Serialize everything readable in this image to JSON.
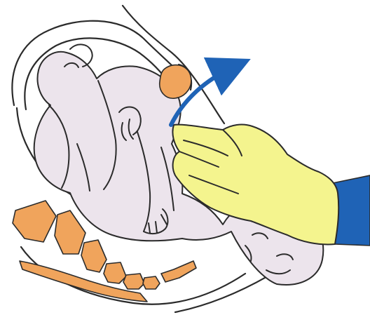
{
  "figure": {
    "colors": {
      "background": "#ffffff",
      "outline": "#2b2b2b",
      "baby_skin": "#ece4ec",
      "bone": "#f0a45c",
      "glove": "#f4f48e",
      "sleeve": "#1f63b6",
      "arrow": "#1f63b6"
    },
    "parts": [
      {
        "name": "uterus-outline",
        "icon": "uterus-wall"
      },
      {
        "name": "fetus",
        "icon": "baby-body"
      },
      {
        "name": "pubic-bone",
        "icon": "bone"
      },
      {
        "name": "sacrum-vertebrae",
        "icon": "bone-segments"
      },
      {
        "name": "gloved-hand",
        "icon": "hand-glove"
      },
      {
        "name": "sleeve",
        "icon": "sleeve"
      },
      {
        "name": "rotation-arrow",
        "icon": "curved-arrow"
      }
    ]
  }
}
